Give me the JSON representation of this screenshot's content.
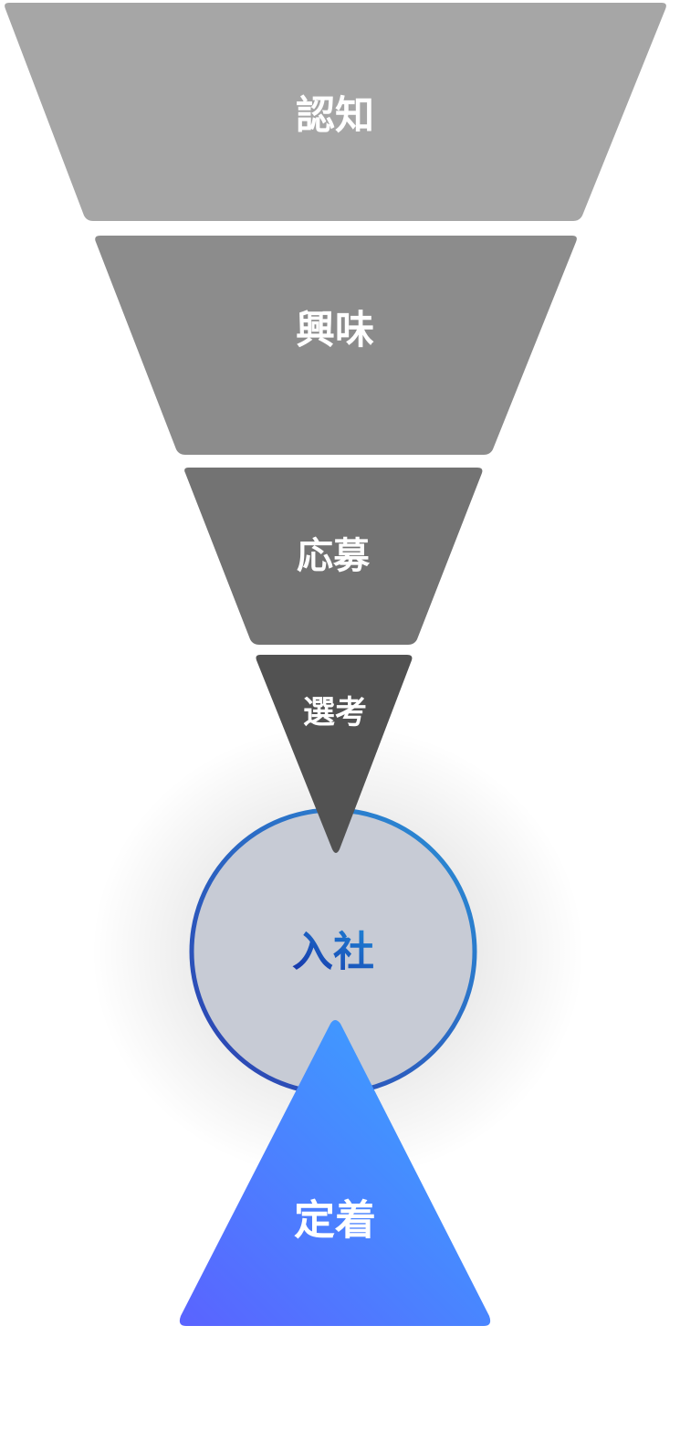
{
  "funnel": {
    "stages": [
      {
        "label": "認知",
        "color": "#a6a6a6"
      },
      {
        "label": "興味",
        "color": "#8c8c8c"
      },
      {
        "label": "応募",
        "color": "#737373"
      },
      {
        "label": "選考",
        "color": "#525252"
      }
    ]
  },
  "hire": {
    "label": "入社",
    "fill": "#c7cbd5",
    "ring_colors": [
      "#2c3fb0",
      "#2a8fd6"
    ],
    "label_colors": [
      "#1632a8",
      "#1f86d6"
    ]
  },
  "retention": {
    "label": "定着",
    "gradient_colors": [
      "#5a63ff",
      "#38a8ff"
    ]
  },
  "text_color": "#ffffff"
}
